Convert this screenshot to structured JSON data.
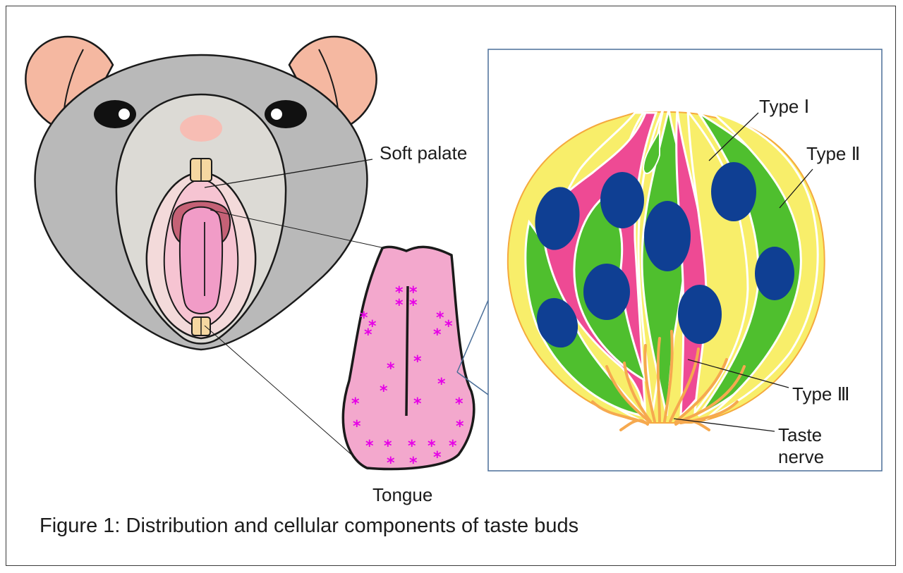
{
  "labels": {
    "soft_palate": "Soft palate",
    "tongue": "Tongue",
    "type_1": "Type Ⅰ",
    "type_2": "Type Ⅱ",
    "type_3": "Type Ⅲ",
    "taste_nerve_line1": "Taste",
    "taste_nerve_line2": "nerve"
  },
  "caption": "Figure 1: Distribution and cellular components of taste buds",
  "colors": {
    "head": "#b9b9b9",
    "face": "#dcdad5",
    "ear": "#f5b8a1",
    "tongue": "#f3a8cd",
    "taste_bud_marker": "#e600e6",
    "type_1_cell": "#f8ee6a",
    "type_2_cell": "#4fbf2e",
    "type_3_cell": "#ee4a94",
    "nucleus": "#0f3f93",
    "nerve": "#f6a94f",
    "zoom_frame": "#4a6e98"
  }
}
